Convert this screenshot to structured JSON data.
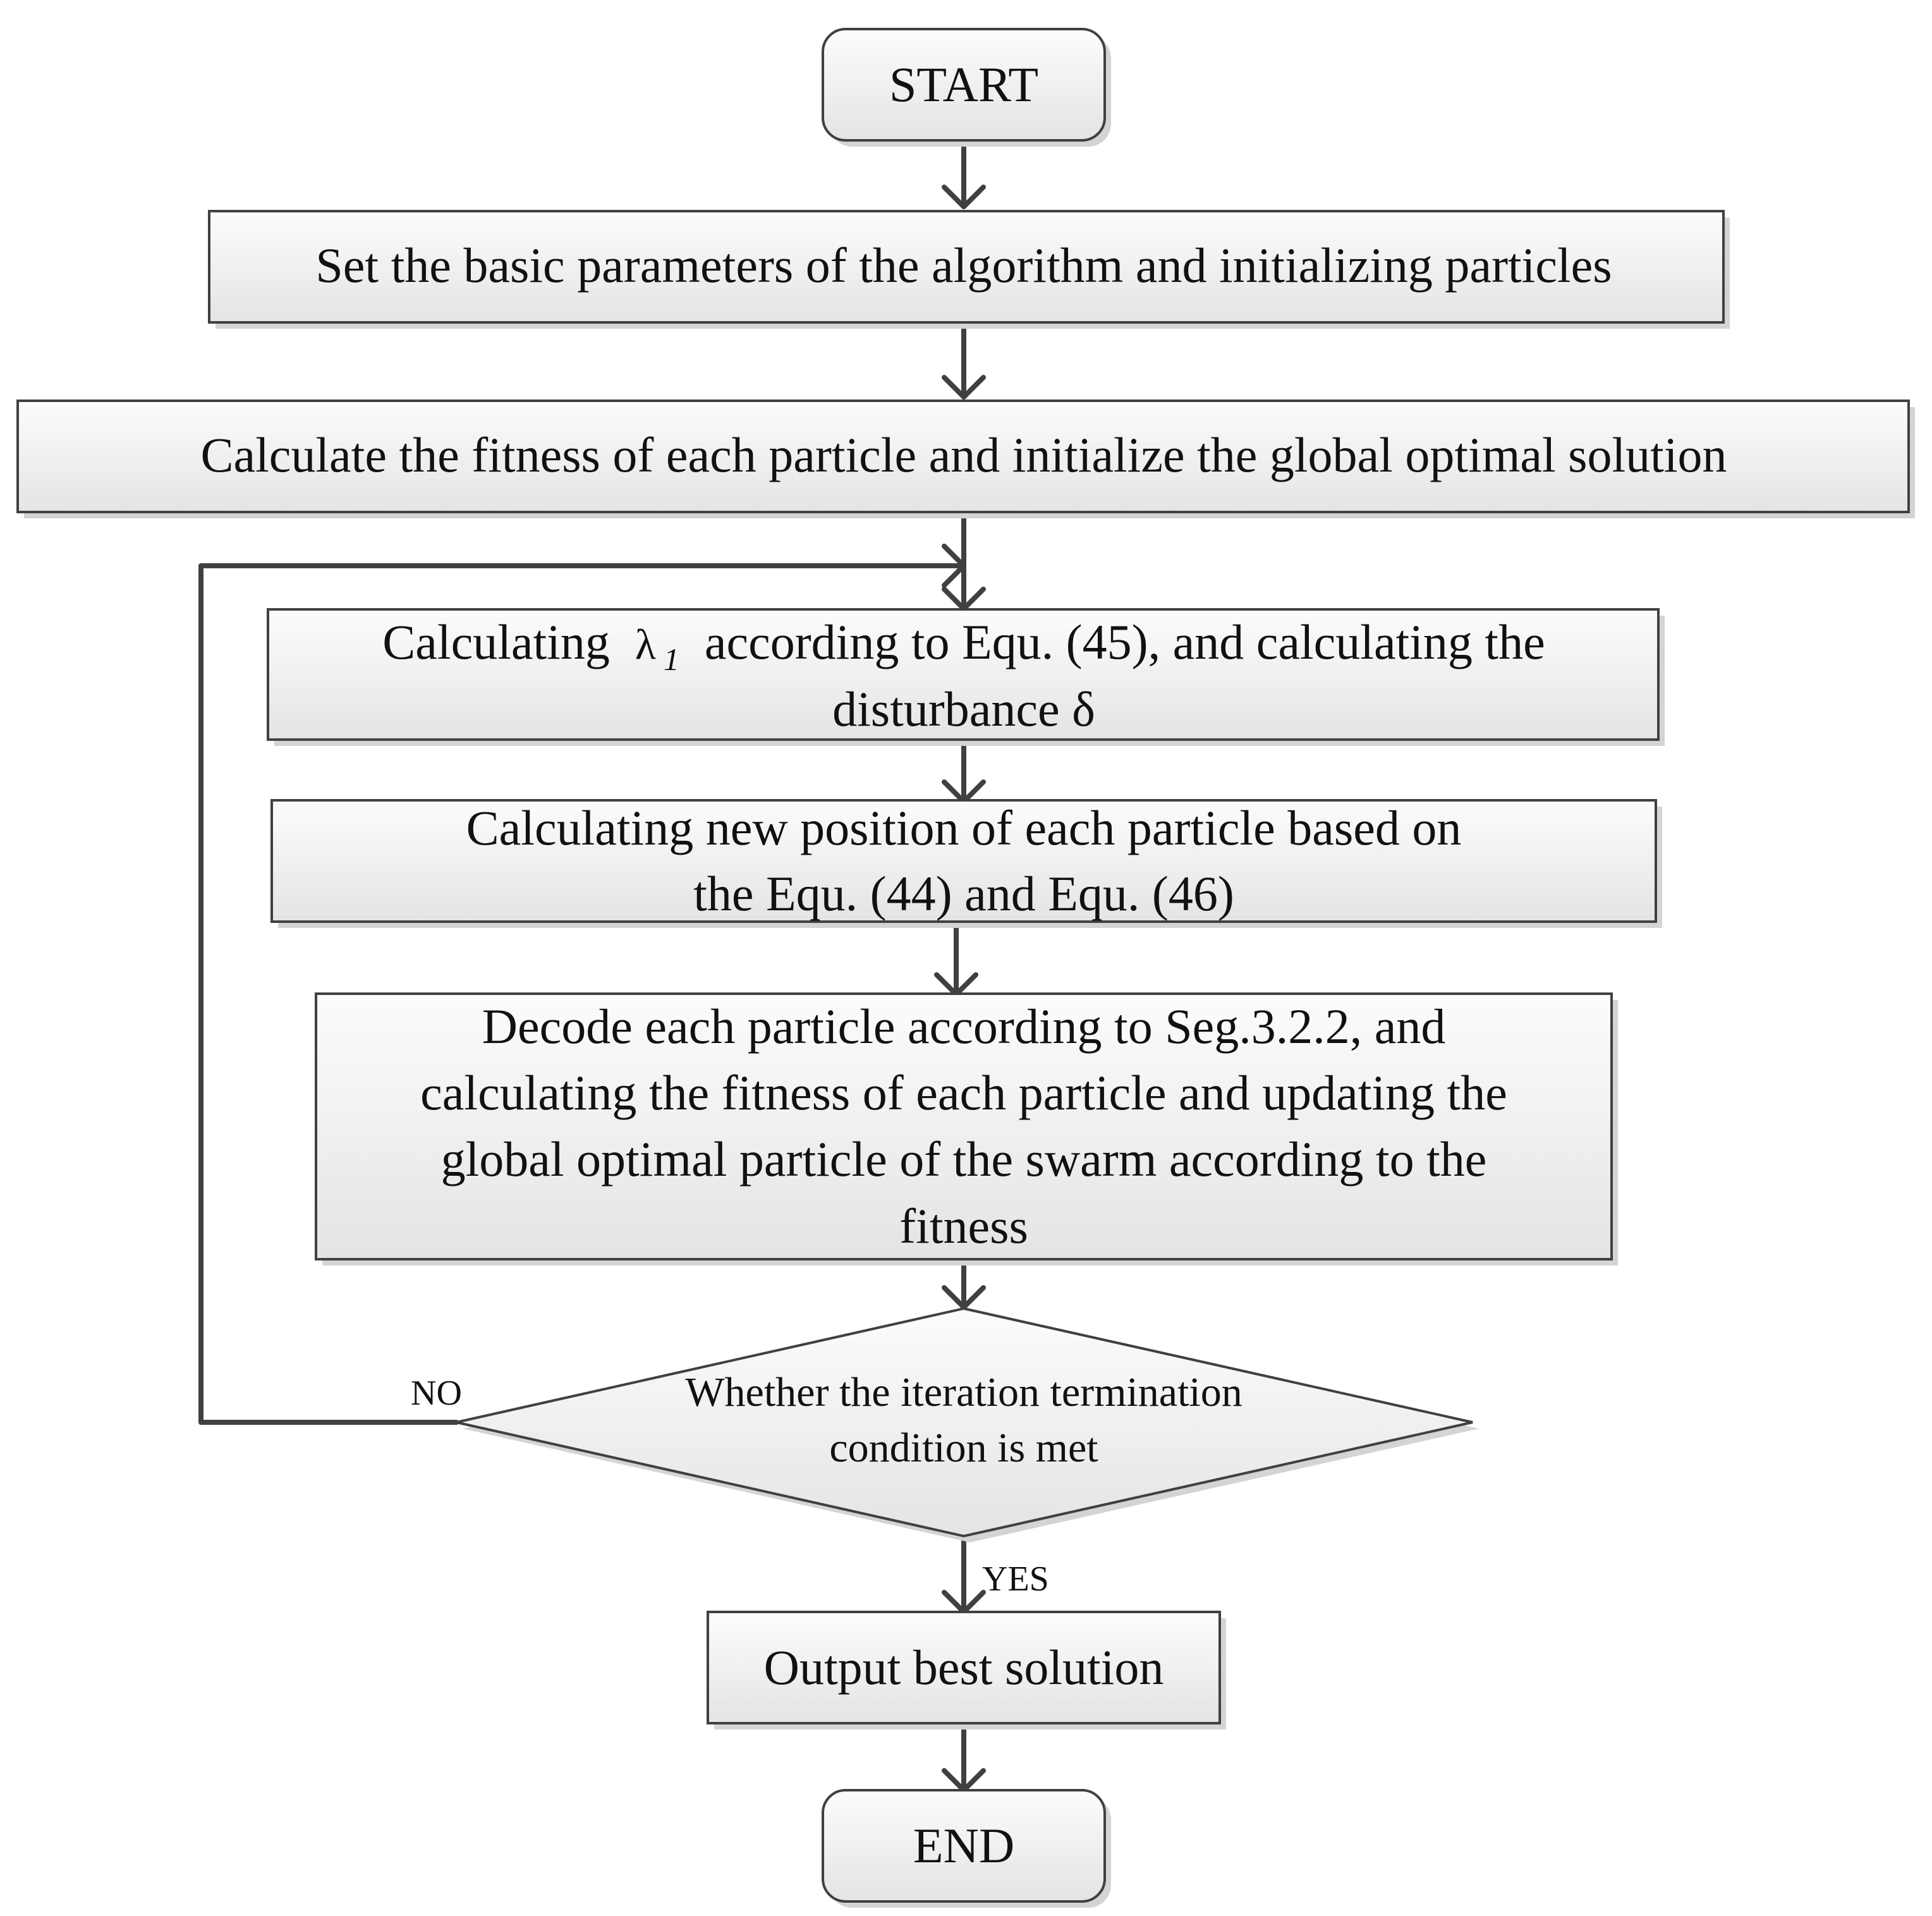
{
  "nodes": {
    "start": {
      "label": "START"
    },
    "set_params": {
      "label": "Set the basic parameters of the algorithm and initializing particles"
    },
    "calc_fitness": {
      "label": "Calculate the fitness of each particle and initialize the global optimal solution"
    },
    "calc_lambda": {
      "prefix": "Calculating",
      "symbol": "λ",
      "subscript": "1",
      "suffix": "according to Equ. (45), and calculating the",
      "line2": "disturbance δ"
    },
    "new_position": {
      "line1": "Calculating new position of each particle based on",
      "line2": "the Equ. (44) and Equ. (46)"
    },
    "decode": {
      "line1": "Decode each particle according to Seg.3.2.2, and",
      "line2": "calculating the fitness of each particle and updating the",
      "line3": "global optimal particle of the swarm according to the",
      "line4": "fitness"
    },
    "decision": {
      "line1": "Whether the iteration termination",
      "line2": "condition is met"
    },
    "output": {
      "label": "Output best solution"
    },
    "end": {
      "label": "END"
    }
  },
  "edges": {
    "no_label": "NO",
    "yes_label": "YES"
  },
  "colors": {
    "box_fill_top": "#fafafa",
    "box_fill_bottom": "#e6e6e6",
    "stroke": "#404040",
    "shadow": "#d0d0d0",
    "text": "#111111"
  }
}
